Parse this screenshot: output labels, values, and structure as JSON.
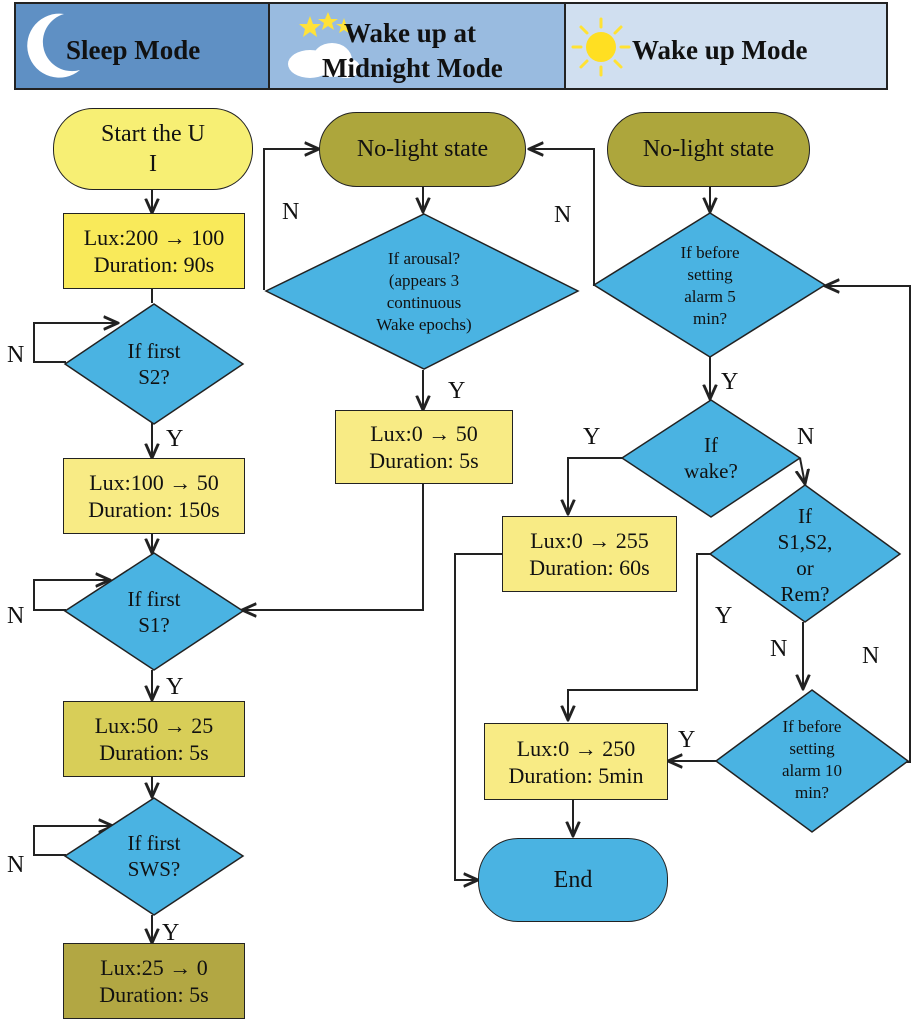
{
  "header": {
    "sleep_mode": "Sleep Mode",
    "midnight_mode_line1": "Wake up at",
    "midnight_mode_line2": "Midnight Mode",
    "wake_mode": "Wake up Mode",
    "icons": [
      "moon-icon",
      "cloud-stars-icon",
      "sun-icon"
    ]
  },
  "nodes": {
    "start": "Start the U\nI",
    "lux_200_100": "Lux:200 → 100\nDuration: 90s",
    "if_first_s2": "If first\nS2?",
    "lux_100_50": "Lux:100 → 50\nDuration: 150s",
    "if_first_s1": "If first\nS1?",
    "lux_50_25": "Lux:50 → 25\nDuration: 5s",
    "if_first_sws": "If first\nSWS?",
    "lux_25_0": "Lux:25 → 0\nDuration: 5s",
    "no_light_mid": "No-light state",
    "if_arousal": "If arousal?\n(appears 3\ncontinuous\nWake epochs)",
    "lux_0_50": "Lux:0 → 50\nDuration: 5s",
    "no_light_wake": "No-light state",
    "if_before_5": "If before\nsetting\nalarm 5\nmin?",
    "if_wake": "If\nwake?",
    "lux_0_255": "Lux:0 → 255\nDuration: 60s",
    "if_s1_s2_rem": "If\nS1,S2,\nor\nRem?",
    "if_before_10": "If before\nsetting\nalarm 10\nmin?",
    "lux_0_250": "Lux:0 → 250\nDuration: 5min",
    "end": "End"
  },
  "edge_labels": {
    "s2_no": "N",
    "s2_yes": "Y",
    "s1_no": "N",
    "s1_yes": "Y",
    "sws_no": "N",
    "sws_yes": "Y",
    "arousal_no": "N",
    "arousal_yes": "Y",
    "before5_no": "N",
    "before5_yes": "Y",
    "wake_yes": "Y",
    "wake_no": "N",
    "rem_yes": "Y",
    "rem_no": "N",
    "before10_yes": "Y",
    "before10_no": "N"
  },
  "colors": {
    "header_sleep": "#5f90c4",
    "header_midnight": "#99bbe0",
    "header_wake": "#d0dff0",
    "diamond_blue": "#4ab3e2",
    "terminal_yellow": "#f7ef74",
    "terminal_olive": "#ada63c"
  }
}
